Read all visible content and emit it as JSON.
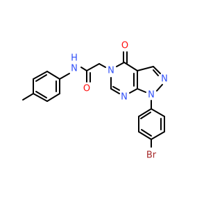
{
  "molecule": {
    "colors": {
      "bond": "#000000",
      "nitrogen": "#3050F8",
      "oxygen": "#FF0D0D",
      "bromine": "#A62929",
      "background": "#ffffff"
    },
    "atoms": {
      "n_amide": {
        "text": "N",
        "color": "nitrogen"
      },
      "h_amide": {
        "text": "H",
        "color": "nitrogen"
      },
      "o_amide": {
        "text": "O",
        "color": "oxygen"
      },
      "o_ring": {
        "text": "O",
        "color": "oxygen"
      },
      "n5": {
        "text": "N",
        "color": "nitrogen"
      },
      "n7": {
        "text": "N",
        "color": "nitrogen"
      },
      "n2": {
        "text": "N",
        "color": "nitrogen"
      },
      "n1": {
        "text": "N",
        "color": "nitrogen"
      },
      "br": {
        "text": "Br",
        "color": "bromine"
      }
    }
  }
}
